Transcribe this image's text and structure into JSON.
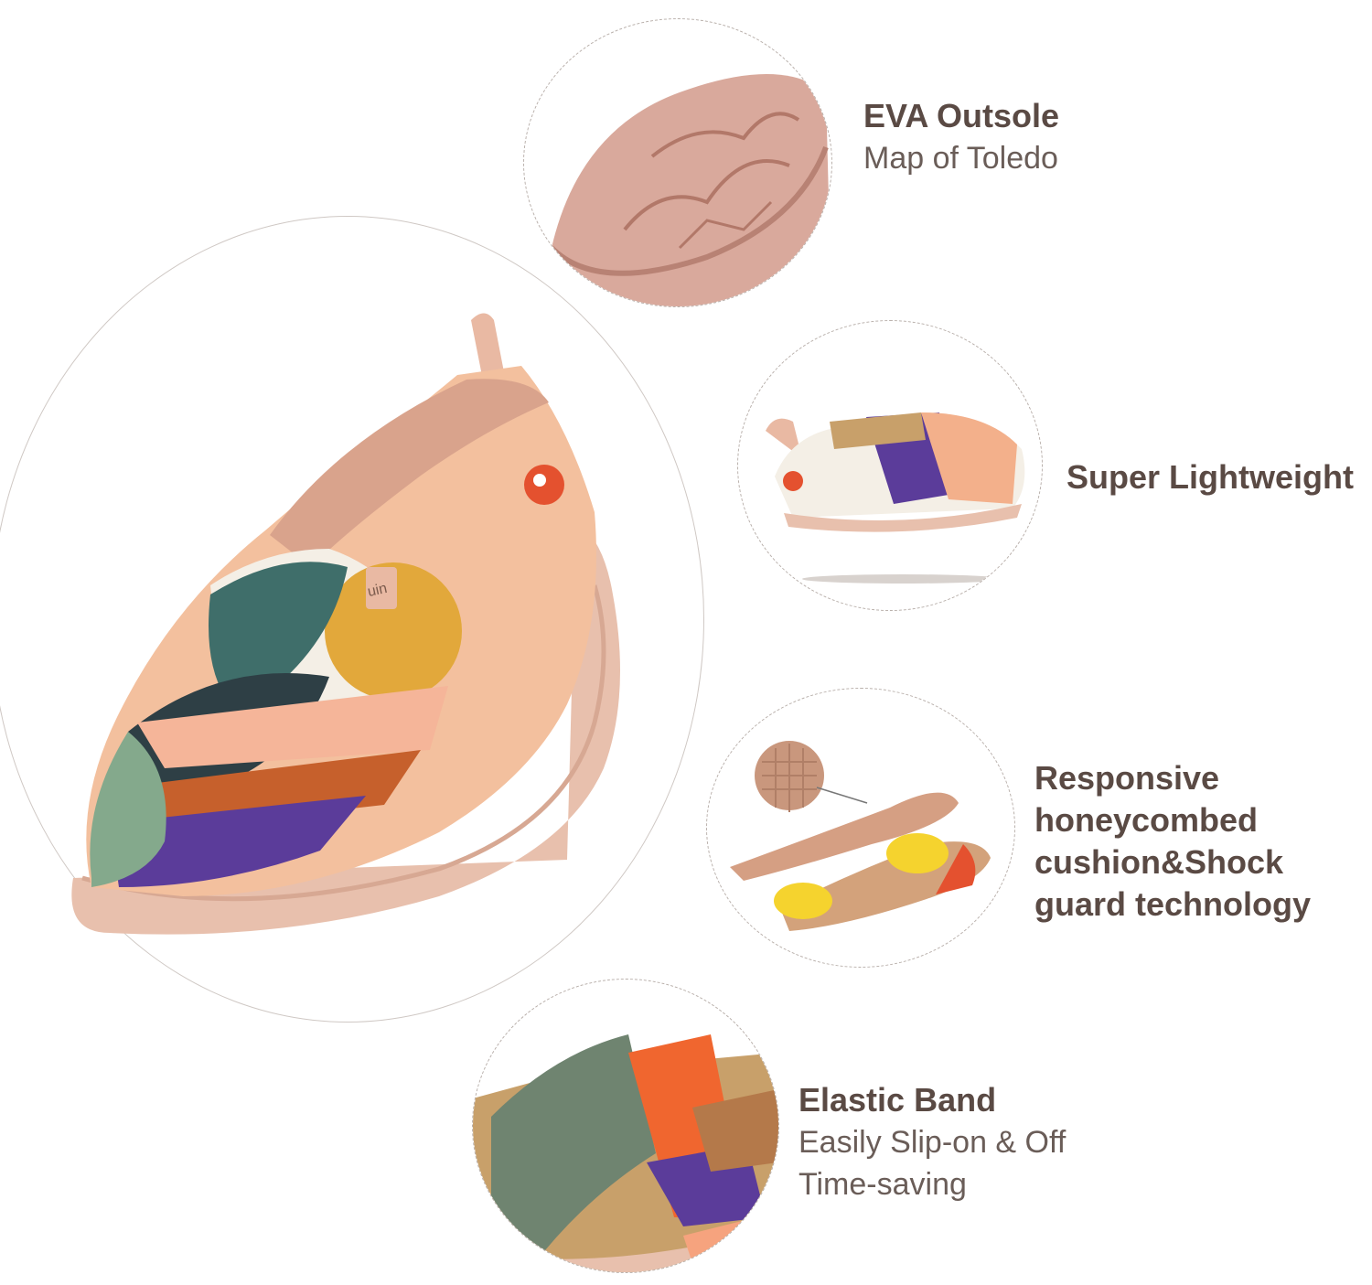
{
  "features": [
    {
      "title": "EVA Outsole",
      "lines": [
        "Map of Toledo"
      ]
    },
    {
      "title": "Super Lightweight",
      "lines": []
    },
    {
      "title": "Responsive honeycombed cushion&Shock guard technology",
      "title_lines": [
        "Responsive",
        "honeycombed",
        "cushion&Shock",
        "guard technology"
      ],
      "lines": []
    },
    {
      "title": "Elastic Band",
      "lines": [
        "Easily Slip-on & Off",
        "Time-saving"
      ]
    }
  ],
  "brand": {
    "tab_label": "uin"
  },
  "colors": {
    "text": "#5a4a44",
    "sole": "#e8c0ad",
    "purple": "#5b3c9a",
    "orange": "#e9542a",
    "teal": "#3f6e6a",
    "mustard": "#e0a83a",
    "peach": "#f1b08e"
  },
  "icons": [
    "main-shoe-illustration",
    "outsole-closeup",
    "side-shoe-illustration",
    "insole-illustration",
    "elastic-band-closeup"
  ]
}
